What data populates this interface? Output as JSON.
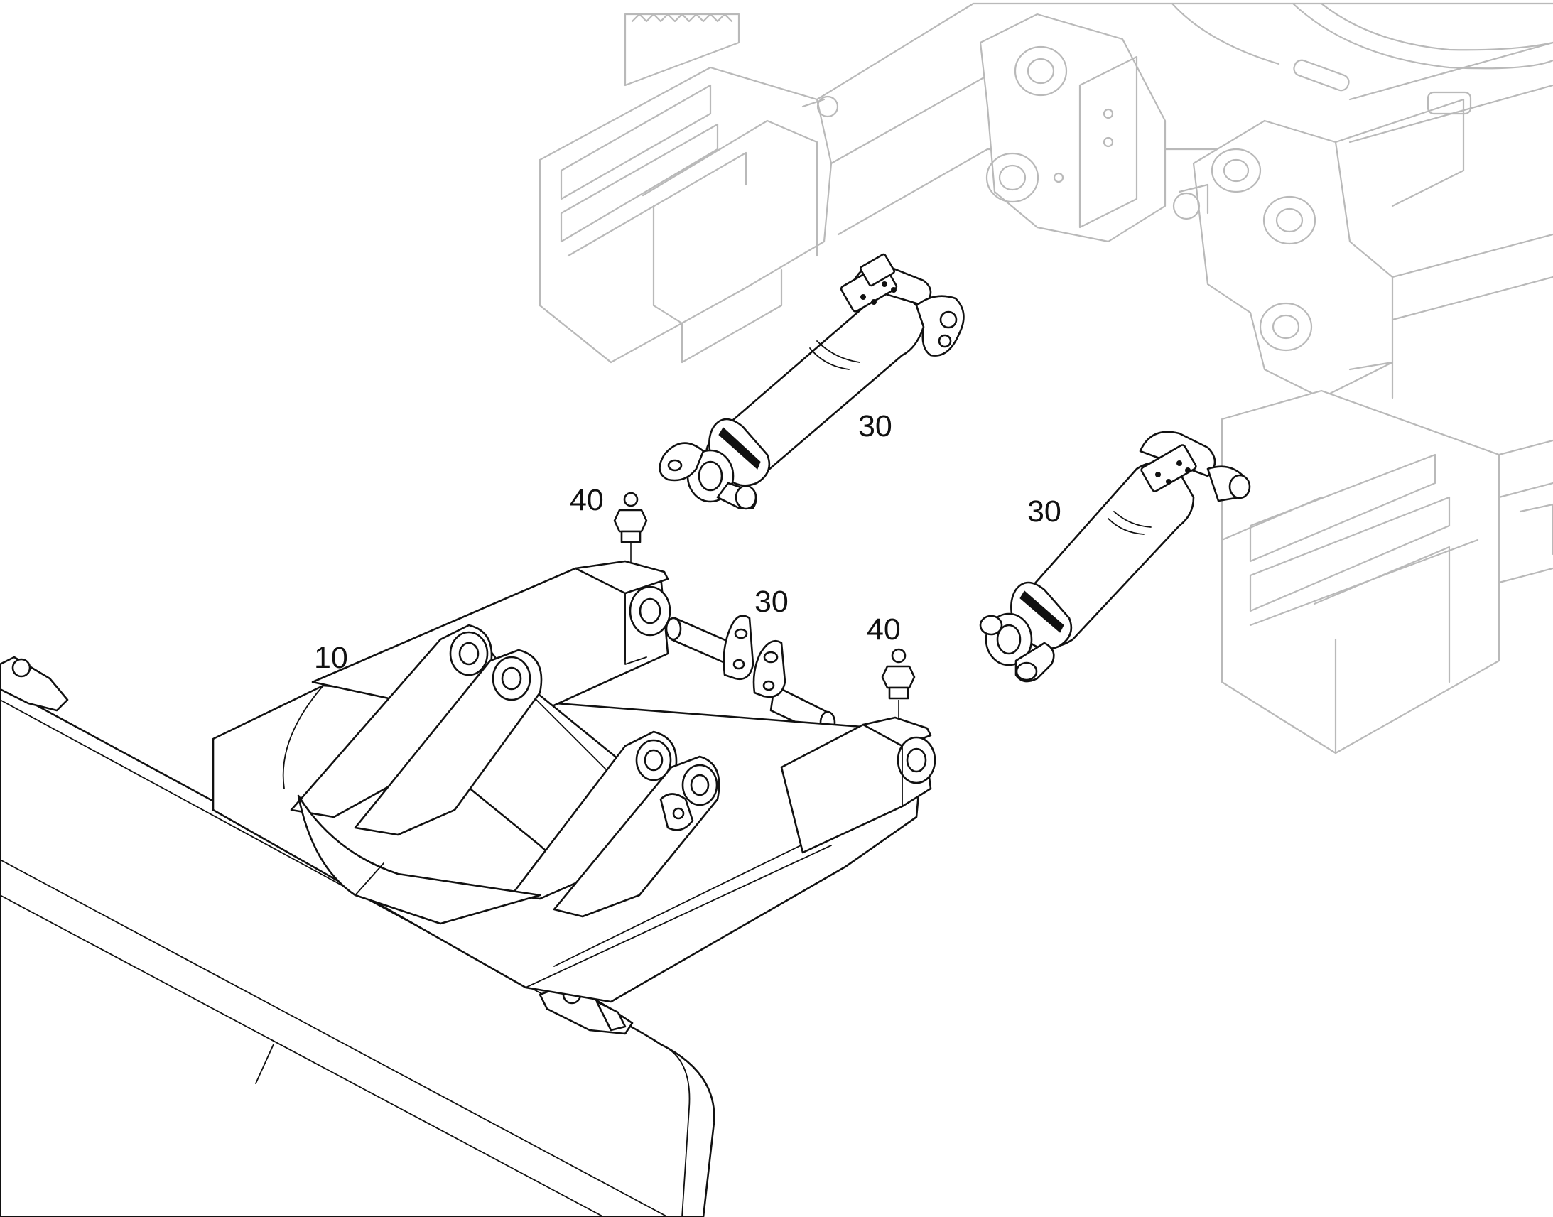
{
  "diagram": {
    "type": "exploded parts illustration",
    "callouts": [
      {
        "id": "callout-10",
        "label": "10"
      },
      {
        "id": "callout-30-upper",
        "label": "30"
      },
      {
        "id": "callout-30-right",
        "label": "30"
      },
      {
        "id": "callout-30-pins",
        "label": "30"
      },
      {
        "id": "callout-40-left",
        "label": "40"
      },
      {
        "id": "callout-40-right",
        "label": "40"
      }
    ],
    "colors": {
      "background": "#ffffff",
      "foreground_parts": "#111111",
      "background_assembly": "#b9b9b9"
    }
  }
}
